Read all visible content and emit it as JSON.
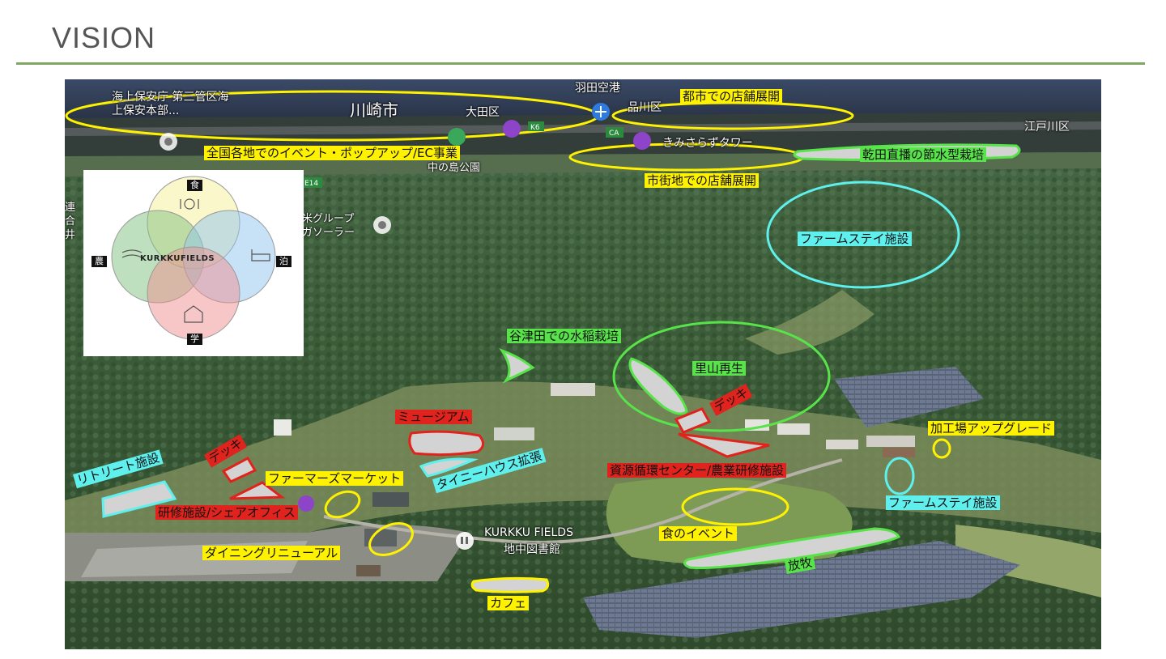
{
  "page": {
    "title": "VISION"
  },
  "colors": {
    "accent": "#80a862",
    "yellow": "#fff200",
    "green": "#58e34a",
    "cyan": "#5ff0ee",
    "red": "#e0241d"
  },
  "map": {
    "place_labels": {
      "coast_guard": "海上保安庁 第三管区海上保安本部...",
      "kawasaki": "川崎市",
      "haneda": "羽田空港",
      "ota": "大田区",
      "shinagawa": "品川区",
      "edogawa": "江戸川区",
      "kimisarazu": "きみさらずタワー",
      "nakanoshima": "中の島公園",
      "solar": "米グループ ガソーラー",
      "kurkku_fields": "KURKKU FIELDS",
      "underground_library": "地中図書館"
    },
    "annotations": {
      "event_popup": "全国各地でのイベント・ポップアップ/EC事業",
      "city_stores": "都市での店舗展開",
      "downtown_stores": "市街地での店舗展開",
      "dry_field_hydroponics": "乾田直播の節水型栽培",
      "farmstay_top": "ファームステイ施設",
      "yatsuda_rice": "谷津田での水稲栽培",
      "satoyama": "里山再生",
      "deck_center": "デッキ",
      "museum": "ミュージアム",
      "processing_upgrade": "加工場アップグレード",
      "deck_left": "デッキ",
      "retreat": "リトリート施設",
      "farmers_market": "ファーマーズマーケット",
      "tiny_house": "タイニーハウス拡張",
      "recycling_center": "資源循環センター/農業研修施設",
      "farmstay_bottom": "ファームステイ施設",
      "training_office": "研修施設/シェアオフィス",
      "food_event": "食のイベント",
      "dining_renewal": "ダイニングリニューアル",
      "grazing": "放牧",
      "cafe": "カフェ"
    }
  },
  "venn": {
    "brand": "KURKKUFIELDS",
    "food": "食",
    "farm": "農",
    "stay": "泊",
    "learn": "学",
    "partial_left": "連合 井"
  }
}
